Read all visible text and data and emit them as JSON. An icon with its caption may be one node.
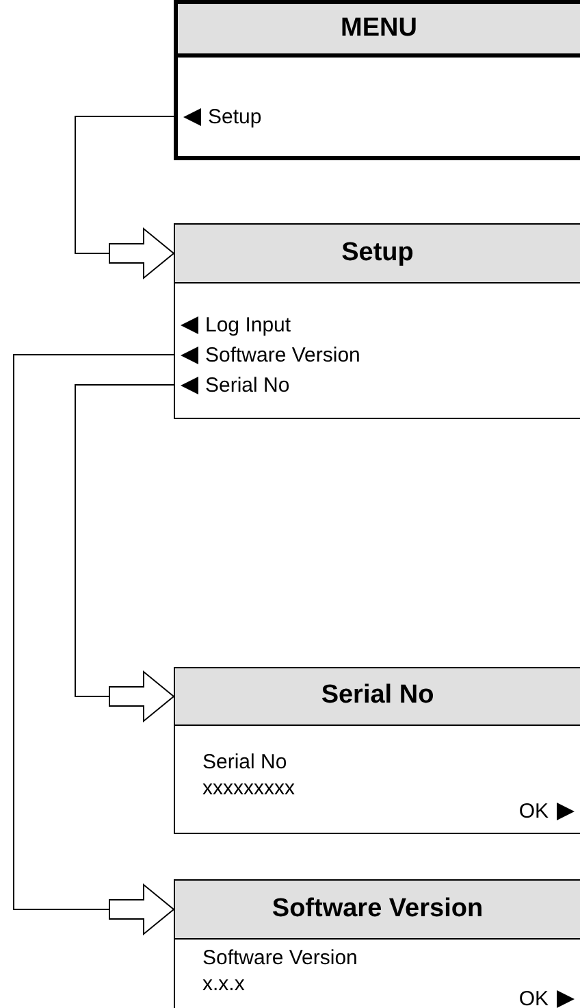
{
  "diagram": {
    "nodes": [
      {
        "text": [
          "MENU"
        ]
      },
      {
        "text": [
          "Setup"
        ],
        "in": 0
      },
      {
        "text": [
          "Setup"
        ]
      },
      {
        "text": [
          "Log Input"
        ],
        "in": 2
      },
      {
        "text": [
          "Software Version"
        ],
        "in": 2
      },
      {
        "text": [
          "Serial No"
        ],
        "in": 2
      },
      {
        "text": [
          "Serial No",
          "Serial No xxxxxxxxx",
          "OK"
        ]
      },
      {
        "text": [
          "Software Version",
          "Software Version x.x.x",
          "OK"
        ]
      }
    ],
    "edges": [
      {
        "from": 1,
        "to": 2,
        "arrow": "to"
      },
      {
        "from": 5,
        "to": 6,
        "arrow": "to"
      },
      {
        "from": 4,
        "to": 7,
        "arrow": "to"
      }
    ]
  }
}
